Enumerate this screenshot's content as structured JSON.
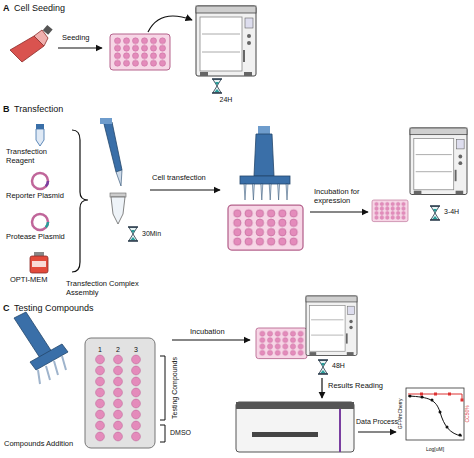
{
  "diagram": {
    "labels": [
      "A",
      "Cell Seeding",
      "Seeding",
      "24H",
      "B",
      "Transfection",
      "Transfection Reagent",
      "Reporter Plasmid",
      "Protease Plasmid",
      "OPTI-MEM",
      "Transfection Complex Assembly",
      "30Min",
      "Cell transfection",
      "Incubation for expression",
      "3-4H",
      "C",
      "Testing Compounds",
      "1",
      "2",
      "3",
      "Testing Compounds",
      "DMSO",
      "Compounds Addition",
      "Incubation",
      "48H",
      "Results Reading",
      "Data Process",
      "GFP/mCherry",
      "CC50%",
      "Log[uM]"
    ]
  }
}
